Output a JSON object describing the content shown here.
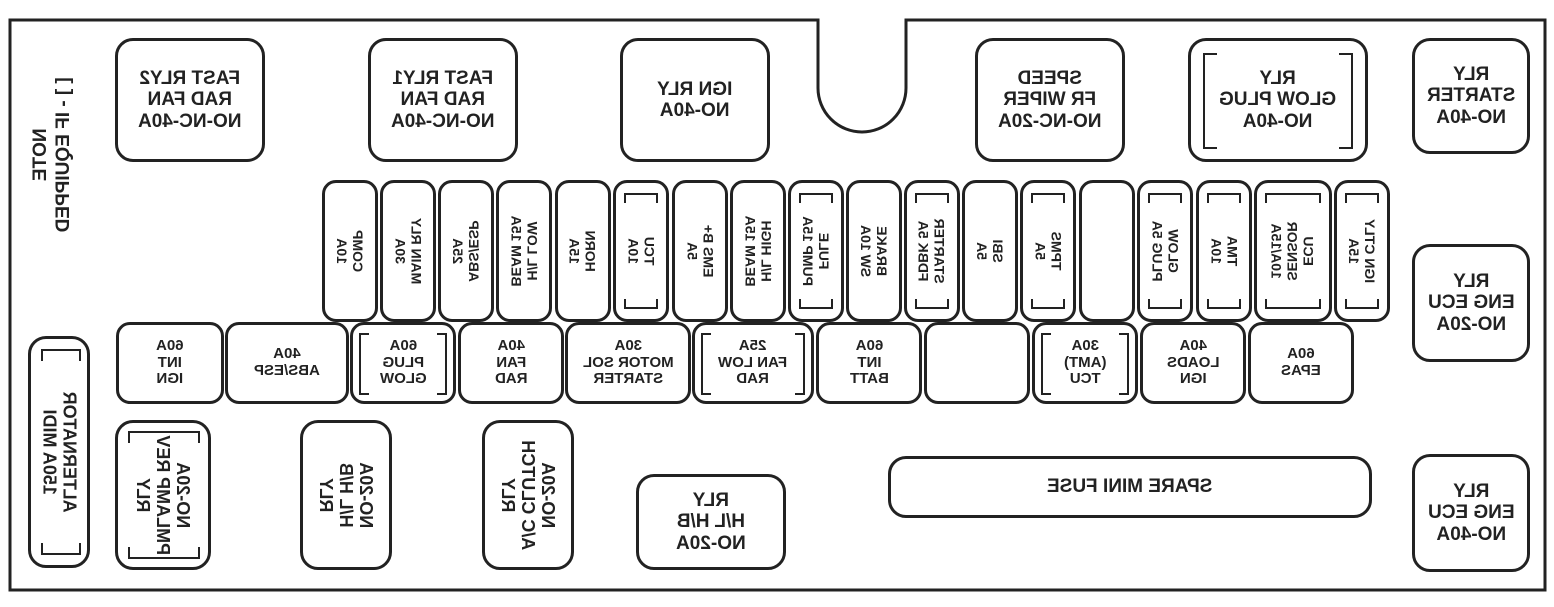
{
  "note": {
    "line1": "NOTE",
    "line2": "[ ] - IF EQUIPPED"
  },
  "top_relays": [
    {
      "lines": [
        "FAST RLY2",
        "RAD FAN",
        "NO-NC-40A"
      ]
    },
    {
      "lines": [
        "FAST RLY1",
        "RAD FAN",
        "NO-NC-40A"
      ]
    },
    {
      "lines": [
        "IGN RLY",
        "NO-40A"
      ]
    },
    {
      "lines": [
        "SPEED",
        "FR WIPER",
        "NO-NC-20A"
      ]
    },
    {
      "lines": [
        "RLY",
        "GLOW PLUG",
        "NO-40A"
      ]
    },
    {
      "lines": [
        "RLY",
        "STARTER",
        "NO-40A"
      ]
    }
  ],
  "mini_fuses": [
    {
      "lines": [
        "COMP",
        "10A"
      ]
    },
    {
      "lines": [
        "MAIN RLY",
        "30A"
      ]
    },
    {
      "lines": [
        "ABS/ESP",
        "25A"
      ]
    },
    {
      "lines": [
        "H/L LOW",
        "BEAM 15A"
      ]
    },
    {
      "lines": [
        "HORN",
        "15A"
      ]
    },
    {
      "lines": [
        "TCU",
        "10A"
      ]
    },
    {
      "lines": [
        "EMS B+",
        "5A"
      ]
    },
    {
      "lines": [
        "H/L HIGH",
        "BEAM 15A"
      ]
    },
    {
      "lines": [
        "FULE",
        "PUMP 15A"
      ]
    },
    {
      "lines": [
        "BRAKE",
        "SW 10A"
      ]
    },
    {
      "lines": [
        "STARTER",
        "FDBK 5A"
      ]
    },
    {
      "lines": [
        "SBI",
        "5A"
      ]
    },
    {
      "lines": [
        "TPMS",
        "5A"
      ]
    },
    {
      "lines": [
        ""
      ]
    },
    {
      "lines": [
        "GLOW",
        "PLUG 5A"
      ]
    },
    {
      "lines": [
        "TMA",
        "10A"
      ]
    },
    {
      "lines": [
        "ECU",
        "SENSOR",
        "10A/15A"
      ]
    },
    {
      "lines": [
        "IGN CTLY",
        "15A"
      ]
    }
  ],
  "right_relays": [
    {
      "lines": [
        "RLY",
        "ENG ECU",
        "NO-20A"
      ]
    },
    {
      "lines": [
        "RLY",
        "ENG ECU",
        "NO-40A"
      ]
    }
  ],
  "large_fuses": [
    {
      "lines": [
        "60A",
        "INT",
        "IGN"
      ]
    },
    {
      "lines": [
        "40A",
        "ABS/ESP"
      ]
    },
    {
      "lines": [
        "60A",
        "PLUG",
        "GLOW"
      ]
    },
    {
      "lines": [
        "40A",
        "FAN",
        "RAD"
      ]
    },
    {
      "lines": [
        "30A",
        "MOTOR SOL",
        "STARTER"
      ]
    },
    {
      "lines": [
        "25A",
        "FAN LOW",
        "RAD"
      ]
    },
    {
      "lines": [
        "60A",
        "INT",
        "BATT"
      ]
    },
    {
      "lines": [
        ""
      ]
    },
    {
      "lines": [
        "30A",
        "(AMT)",
        "TCU"
      ]
    },
    {
      "lines": [
        "40A",
        "LOADS",
        "IGN"
      ]
    },
    {
      "lines": [
        "60A",
        "EPAS"
      ]
    }
  ],
  "bottom_relays": [
    {
      "lines": [
        "ALTERNATOR",
        "150A MIDI"
      ]
    },
    {
      "lines": [
        "NO-20A",
        "PMLAMP REV",
        "RLY"
      ]
    },
    {
      "lines": [
        "NO-20A",
        "H/L H/B",
        "RLY"
      ]
    },
    {
      "lines": [
        "NO-20A",
        "A/C CLUTCH",
        "RLY"
      ]
    },
    {
      "lines": [
        "RLY",
        "H/L H/B",
        "NO-20A"
      ]
    }
  ],
  "spare": {
    "label": "SPARE MINI FUSE"
  }
}
